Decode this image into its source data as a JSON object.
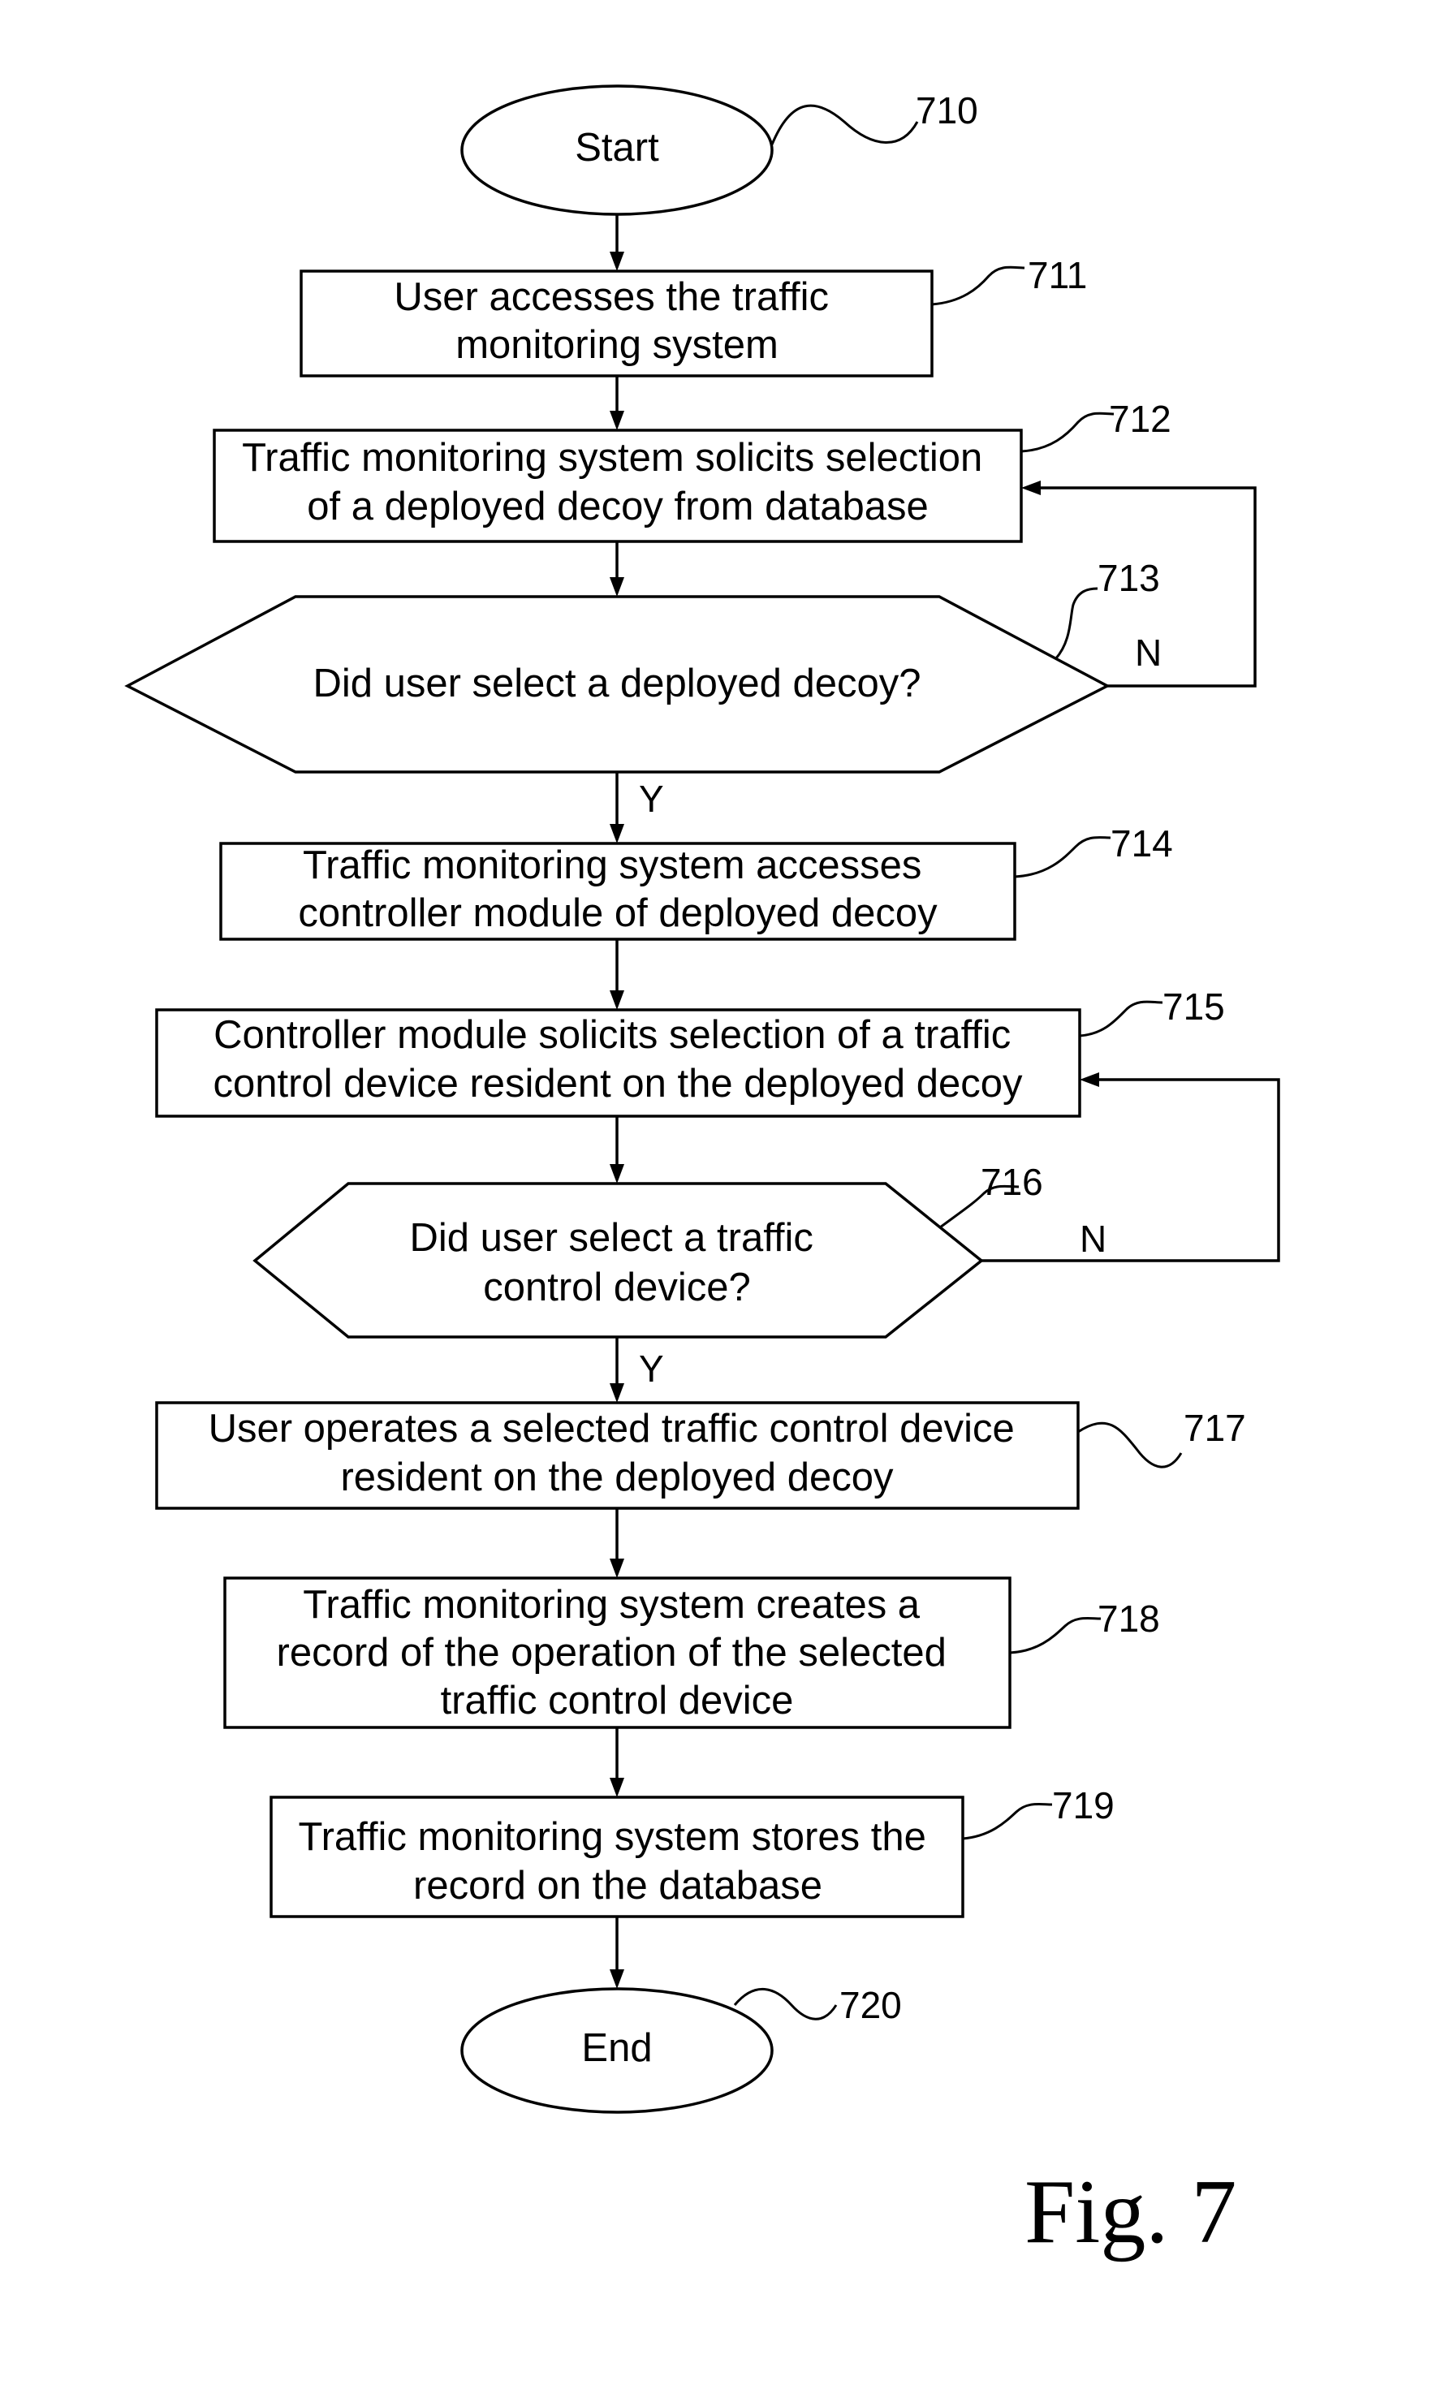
{
  "figure": {
    "label": "Fig. 7"
  },
  "nodes": {
    "n710": {
      "ref": "710",
      "lines": [
        "Start"
      ]
    },
    "n711": {
      "ref": "711",
      "lines": [
        "User accesses the traffic",
        "monitoring system"
      ]
    },
    "n712": {
      "ref": "712",
      "lines": [
        "Traffic monitoring system solicits selection",
        "of a deployed decoy from database"
      ]
    },
    "n713": {
      "ref": "713",
      "lines": [
        "Did user select a deployed decoy?"
      ]
    },
    "n714": {
      "ref": "714",
      "lines": [
        "Traffic monitoring system accesses",
        "controller module of deployed decoy"
      ]
    },
    "n715": {
      "ref": "715",
      "lines": [
        "Controller module solicits selection of a traffic",
        "control device resident on the deployed decoy"
      ]
    },
    "n716": {
      "ref": "716",
      "lines": [
        "Did user select a traffic",
        "control device?"
      ]
    },
    "n717": {
      "ref": "717",
      "lines": [
        "User operates a selected traffic control device",
        "resident on the deployed decoy"
      ]
    },
    "n718": {
      "ref": "718",
      "lines": [
        "Traffic monitoring system creates a",
        "record of the operation of the selected",
        "traffic control device"
      ]
    },
    "n719": {
      "ref": "719",
      "lines": [
        "Traffic monitoring system stores the",
        "record on the database"
      ]
    },
    "n720": {
      "ref": "720",
      "lines": [
        "End"
      ]
    }
  },
  "branches": {
    "d713_yes": "Y",
    "d713_no": "N",
    "d716_yes": "Y",
    "d716_no": "N"
  }
}
